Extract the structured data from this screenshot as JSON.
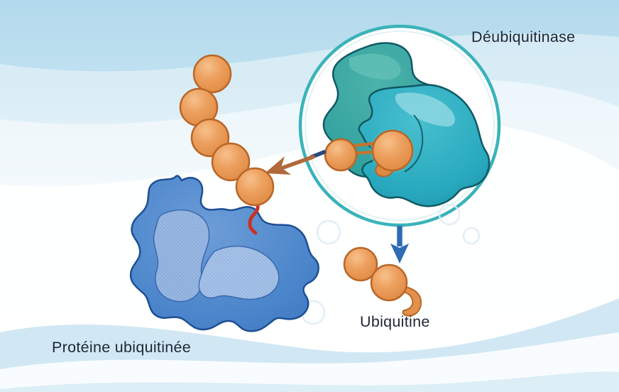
{
  "labels": {
    "deubiquitinase": "Déubiquitinase",
    "ubiquitinated_protein": "Protéine ubiquitinée",
    "ubiquitin": "Ubiquitine"
  },
  "figure": {
    "chain_ubiquitin_count": 5,
    "bound_ubiquitin_count": 2,
    "free_ubiquitin_count": 2
  },
  "colors": {
    "background_top": "#b2daec",
    "background_bottom": "#e8f3f9",
    "wave_blue": "#cfe7f3",
    "circle_stroke": "#3ab3ba",
    "enzyme_back": "#2d9f9e",
    "enzyme_front": "#2aaec2",
    "enzyme_outline": "#0f5963",
    "ubiquitin_fill": "#eda05f",
    "ubiquitin_stroke": "#b96627",
    "protein_fill": "#4e88cd",
    "protein_patch": "#9cb9e2",
    "protein_outline": "#1d4f93",
    "arrow_orange": "#b0693a",
    "arrow_navy": "#2d4a77",
    "arrow_blue": "#2d6cb4",
    "linker_red": "#c93326",
    "text": "#1e2736"
  }
}
